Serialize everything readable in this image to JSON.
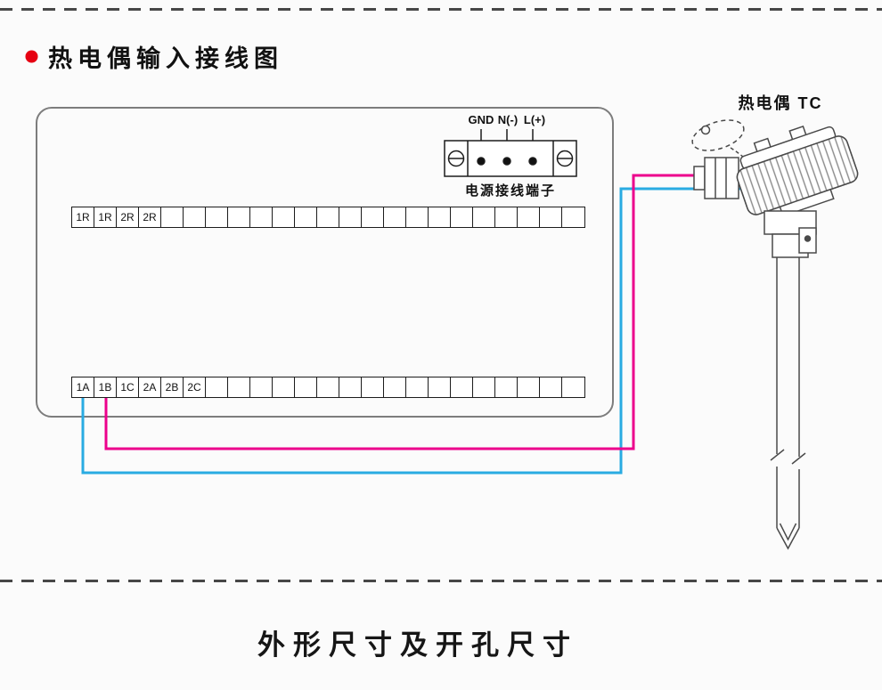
{
  "page": {
    "wiring_title": "热电偶输入接线图",
    "dimensions_title": "外形尺寸及开孔尺寸"
  },
  "power_terminal": {
    "labels": [
      "GND",
      "N(-)",
      "L(+)"
    ],
    "caption": "电源接线端子"
  },
  "terminal_strip_top": {
    "cells": [
      "1R",
      "1R",
      "2R",
      "2R",
      "",
      "",
      "",
      "",
      "",
      "",
      "",
      "",
      "",
      "",
      "",
      "",
      "",
      "",
      "",
      "",
      "",
      "",
      ""
    ]
  },
  "terminal_strip_bottom": {
    "cells": [
      "1A",
      "1B",
      "1C",
      "2A",
      "2B",
      "2C",
      "",
      "",
      "",
      "",
      "",
      "",
      "",
      "",
      "",
      "",
      "",
      "",
      "",
      "",
      "",
      "",
      ""
    ]
  },
  "thermocouple": {
    "label": "热电偶 TC"
  },
  "colors": {
    "wire_blue": "#29abe2",
    "wire_magenta": "#ec008c",
    "bullet_red": "#e60012"
  }
}
